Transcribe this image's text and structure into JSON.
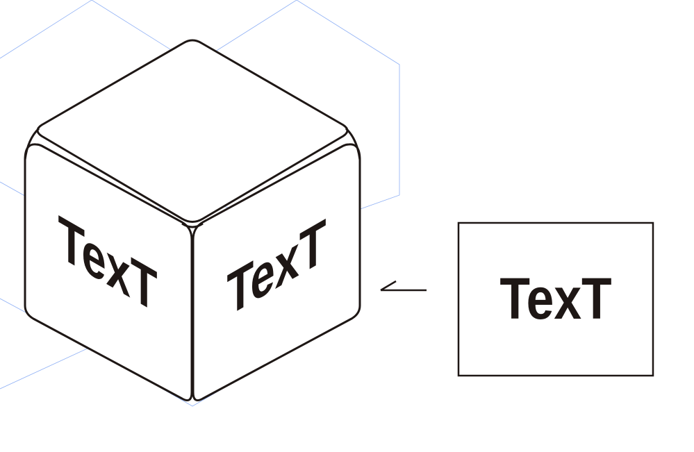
{
  "cube": {
    "left_face_text": "TexT",
    "right_face_text": "TexT"
  },
  "source_box": {
    "text": "TexT"
  },
  "colors": {
    "ink": "#1e1715",
    "guide": "#8fb0f5"
  }
}
